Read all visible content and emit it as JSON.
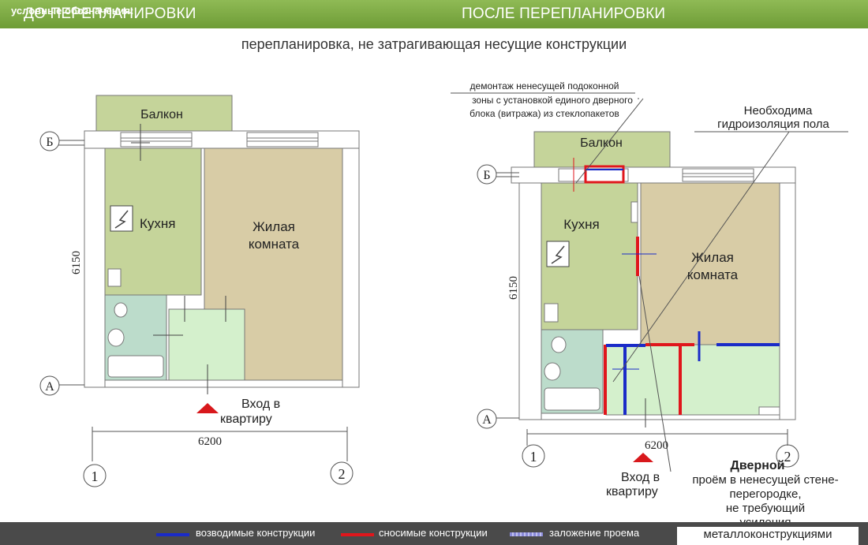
{
  "header": {
    "left_title": "ДО ПЕРЕПЛАНИРОВКИ",
    "right_title": "ПОСЛЕ ПЕРЕПЛАНИРОВКИ"
  },
  "subtitle": "перепланировка, не затрагивающая несущие конструкции",
  "before": {
    "balcony": "Балкон",
    "kitchen": "Кухня",
    "living_room_1": "Жилая",
    "living_room_2": "комната",
    "entrance_1": "Вход в",
    "entrance_2": "квартиру",
    "axis_b": "Б",
    "axis_a": "А",
    "axis_1": "1",
    "axis_2": "2",
    "dim_width": "6200",
    "dim_height": "6150"
  },
  "after": {
    "balcony": "Балкон",
    "kitchen": "Кухня",
    "living_room_1": "Жилая",
    "living_room_2": "комната",
    "entrance_1": "Вход в",
    "entrance_2": "квартиру",
    "axis_b": "Б",
    "axis_a": "А",
    "axis_1": "1",
    "axis_2": "2",
    "dim_width": "6200",
    "dim_height": "6150",
    "note_sill_1": "демонтаж ненесущей подоконной",
    "note_sill_2": "зоны с установкой единого дверного",
    "note_sill_3": "блока (витража) из стеклопакетов",
    "note_water_1": "Необходима",
    "note_water_2": "гидроизоляция пола",
    "note_door_1": "Дверной",
    "note_door_2": "проём в ненесущей стене-",
    "note_door_3": "перегородке,",
    "note_door_4": "не требующий",
    "note_door_5": "усиления",
    "note_door_6": "металлоконструкциями"
  },
  "legend": {
    "title": "условные обозначения:",
    "built": "возводимые конструкции",
    "demolished": "сносимые конструкции",
    "opening": "заложение проема"
  },
  "colors": {
    "header_green": "#7aa843",
    "kitchen_fill": "#c5d49a",
    "living_fill": "#d8cca6",
    "bath_fill": "#bcdccb",
    "hall_fill": "#d4f0cc",
    "built_blue": "#1a2bc8",
    "demolished_red": "#e0161c",
    "entrance_marker": "#d8181c"
  }
}
